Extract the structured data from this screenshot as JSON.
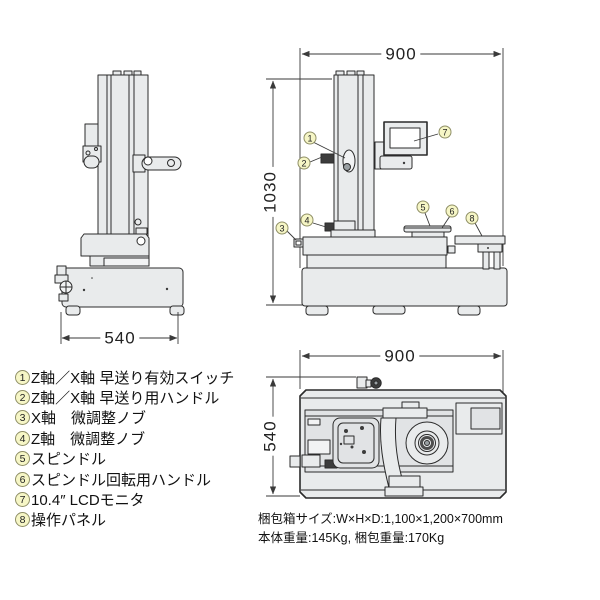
{
  "colors": {
    "line": "#2b2b2b",
    "machine_fill": "#e9ebec",
    "callout_bg": "#f6f6c6",
    "callout_border": "#8f8f66"
  },
  "views": {
    "front": {
      "width_label": "900",
      "height_label": "1030"
    },
    "side": {
      "width_label": "540"
    },
    "top": {
      "width_label": "900",
      "depth_label": "540"
    }
  },
  "callout_numbers": [
    "1",
    "2",
    "3",
    "4",
    "5",
    "6",
    "7",
    "8"
  ],
  "legend": {
    "items": [
      {
        "num": "1",
        "label": "Z軸／X軸 早送り有効スイッチ"
      },
      {
        "num": "2",
        "label": "Z軸／X軸 早送り用ハンドル"
      },
      {
        "num": "3",
        "label": "X軸　微調整ノブ"
      },
      {
        "num": "4",
        "label": "Z軸　微調整ノブ"
      },
      {
        "num": "5",
        "label": "スピンドル"
      },
      {
        "num": "6",
        "label": "スピンドル回転用ハンドル"
      },
      {
        "num": "7",
        "label": "10.4″ LCDモニタ"
      },
      {
        "num": "8",
        "label": "操作パネル"
      }
    ]
  },
  "notes": {
    "line1": "梱包箱サイズ:W×H×D:1,100×1,200×700mm",
    "line2": "本体重量:145Kg, 梱包重量:170Kg"
  }
}
